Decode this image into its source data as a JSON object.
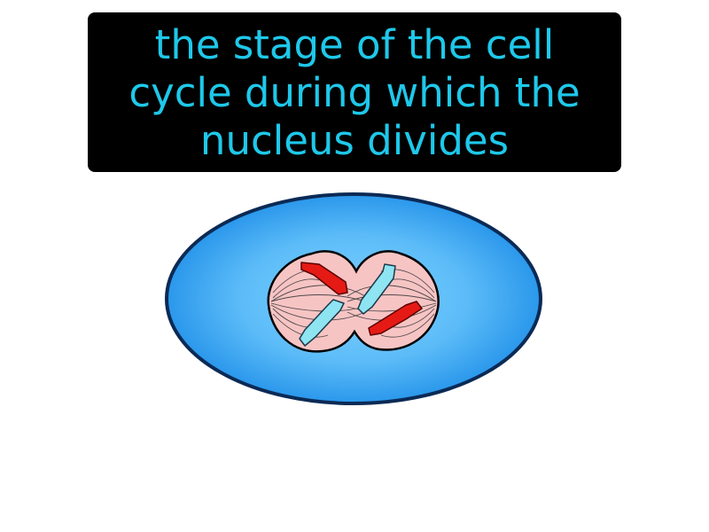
{
  "caption": {
    "lines": [
      "the stage of the cell",
      "cycle during which the",
      "nucleus divides"
    ]
  },
  "colors": {
    "caption_background": "#000000",
    "caption_text": "#1ec8ea",
    "cell_fill_center": "#7fd0ff",
    "cell_fill_edge": "#1e8ee8",
    "cell_outline": "#0b2a55",
    "nucleus_fill": "#f7c4c4",
    "chromosome_red": "#e61a14",
    "chromosome_blue": "#8fe4f2"
  }
}
